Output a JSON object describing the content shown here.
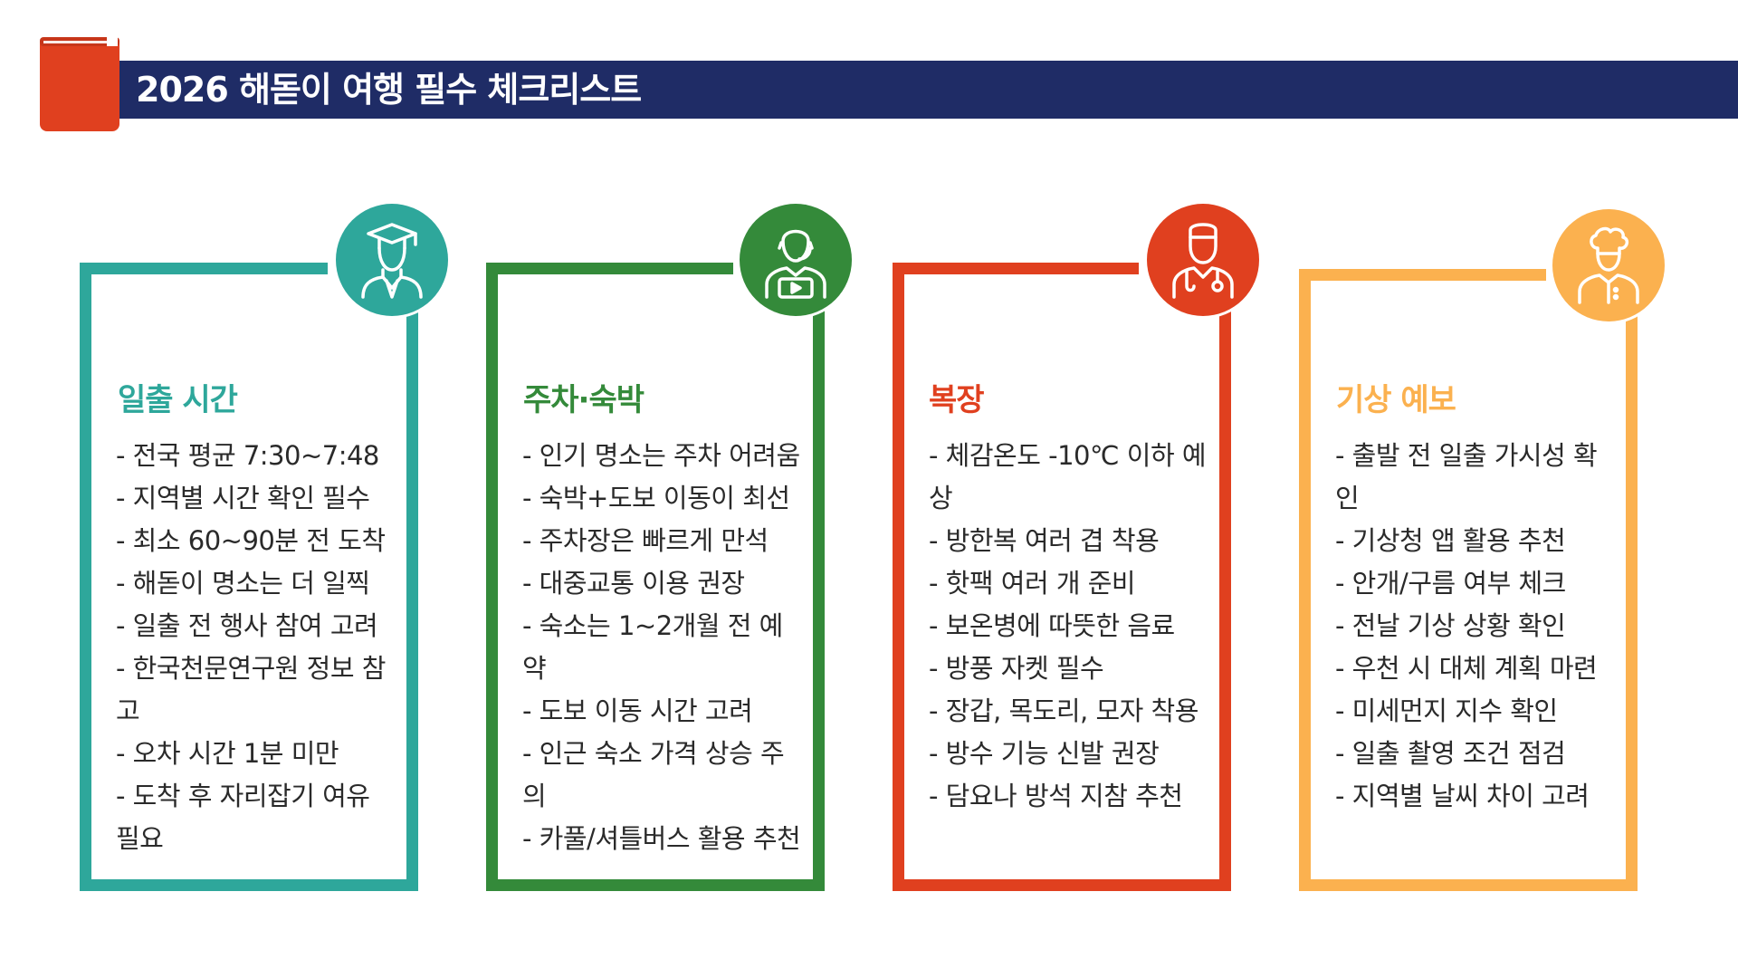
{
  "header": {
    "title": "2026 해돋이 여행 필수 체크리스트",
    "icon": "book-icon",
    "bar_color": "#1f2c66",
    "icon_color": "#e0401f"
  },
  "cards": [
    {
      "icon": "graduate-person-icon",
      "color": "#2ea79b",
      "title": "일출 시간",
      "items": [
        "- 전국 평균 7:30~7:48",
        "- 지역별 시간 확인 필수",
        "- 최소 60~90분 전 도착",
        "- 해돋이 명소는 더 일찍",
        "- 일출 전 행사 참여 고려",
        "- 한국천문연구원 정보 참고",
        "- 오차 시간 1분 미만",
        "- 도착 후 자리잡기 여유 필요"
      ]
    },
    {
      "icon": "presenter-person-icon",
      "color": "#348a3a",
      "title": "주차·숙박",
      "items": [
        "- 인기 명소는 주차 어려움",
        "- 숙박+도보 이동이 최선",
        "- 주차장은 빠르게 만석",
        "- 대중교통 이용 권장",
        "- 숙소는 1~2개월 전 예약",
        "- 도보 이동 시간 고려",
        "- 인근 숙소 가격 상승 주의",
        "- 카풀/셔틀버스 활용 추천"
      ]
    },
    {
      "icon": "doctor-person-icon",
      "color": "#e0401f",
      "title": "복장",
      "items": [
        "- 체감온도 -10℃ 이하 예상",
        "- 방한복 여러 겹 착용",
        "- 핫팩 여러 개 준비",
        "- 보온병에 따뜻한 음료",
        "- 방풍 자켓 필수",
        "- 장갑, 목도리, 모자 착용",
        "- 방수 기능 신발 권장",
        "- 담요나 방석 지참 추천"
      ]
    },
    {
      "icon": "chef-person-icon",
      "color": "#fbb14f",
      "title": "기상 예보",
      "items": [
        "- 출발 전 일출 가시성 확인",
        "- 기상청 앱 활용 추천",
        "- 안개/구름 여부 체크",
        "- 전날 기상 상황 확인",
        "- 우천 시 대체 계획 마련",
        "- 미세먼지 지수 확인",
        "- 일출 촬영 조건 점검",
        "- 지역별 날씨 차이 고려"
      ]
    }
  ]
}
